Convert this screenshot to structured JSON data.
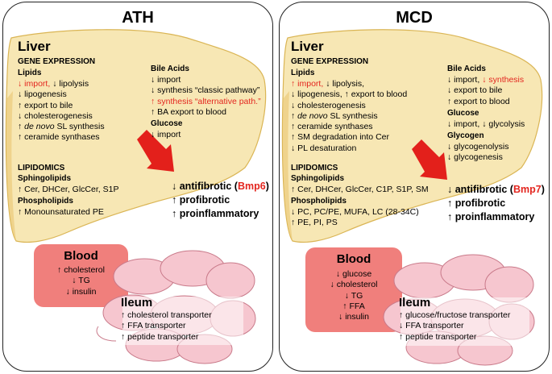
{
  "panels": {
    "ath": {
      "title": "ATH",
      "liver_heading": "Liver",
      "gene_expression_heading": "GENE EXPRESSION",
      "lipids_heading": "Lipids",
      "lipids": [
        {
          "a1": "↓",
          "t1": "import,",
          "red1": true,
          "a2": "↓",
          "t2": "lipolysis"
        },
        {
          "a1": "↓",
          "t1": "lipogenesis"
        },
        {
          "a1": "↑",
          "t1": "export to bile"
        },
        {
          "a1": "↓",
          "t1": "cholesterogenesis"
        },
        {
          "a1": "↑",
          "it": "de novo",
          "t1": "SL synthesis"
        },
        {
          "a1": "↑",
          "t1": "ceramide synthases"
        }
      ],
      "bile_heading": "Bile  Acids",
      "bile": [
        {
          "a1": "↓",
          "t1": "import"
        },
        {
          "a1": "↓",
          "t1": "synthesis “classic pathway”"
        },
        {
          "a1": "↑",
          "t1": "synthesis “alternative path.”",
          "red": true
        },
        {
          "a1": "↑",
          "t1": "BA export to blood"
        }
      ],
      "glucose_heading": "Glucose",
      "glucose": [
        {
          "a1": "↓",
          "t1": "import"
        }
      ],
      "lipidomics_heading": "LIPIDOMICS",
      "sphingo_heading": "Sphingolipids",
      "sphingo": [
        {
          "a1": "↑",
          "t1": "Cer, DHCer, GlcCer, S1P"
        }
      ],
      "phospho_heading": "Phospholipids",
      "phospho": [
        {
          "a1": "↑",
          "t1": "Monounsaturated PE"
        }
      ],
      "outcomes": {
        "l1_arrow": "↓",
        "l1_text": "antifibrotic (",
        "l1_gene": "Bmp6",
        "l1_close": ")",
        "l2_arrow": "↑",
        "l2_text": "profibrotic",
        "l3_arrow": "↑",
        "l3_text": "proinflammatory"
      },
      "blood_heading": "Blood",
      "blood": [
        {
          "a1": "↑",
          "t1": "cholesterol"
        },
        {
          "a1": "↓",
          "t1": "TG"
        },
        {
          "a1": "↓",
          "t1": "insulin"
        }
      ],
      "ileum_heading": "Ileum",
      "ileum": [
        {
          "a1": "↑",
          "t1": "cholesterol  transporter"
        },
        {
          "a1": "↑",
          "t1": "FFA transporter"
        },
        {
          "a1": "↑",
          "t1": "peptide transporter"
        }
      ]
    },
    "mcd": {
      "title": "MCD",
      "liver_heading": "Liver",
      "gene_expression_heading": "GENE EXPRESSION",
      "lipids_heading": "Lipids",
      "lipids": [
        {
          "a1": "↑",
          "t1": "import,",
          "red1": true,
          "a2": "↓",
          "t2": "lipolysis,"
        },
        {
          "a1": "↓",
          "t1": "lipogenesis,",
          "a2": "↑",
          "t2": "export to blood"
        },
        {
          "a1": "↓",
          "t1": "cholesterogenesis"
        },
        {
          "a1": "↑",
          "it": "de novo",
          "t1": "SL synthesis"
        },
        {
          "a1": "↑",
          "t1": "ceramide synthases"
        },
        {
          "a1": "↑",
          "t1": "SM degradation into Cer"
        },
        {
          "a1": "↓",
          "t1": "PL desaturation"
        }
      ],
      "bile_heading": "Bile  Acids",
      "bile": [
        {
          "a1": "↓",
          "t1": "import,",
          "a2": "↓",
          "t2": "synthesis",
          "red2": true
        },
        {
          "a1": "↓",
          "t1": "export to bile"
        },
        {
          "a1": "↑",
          "t1": "export to blood"
        }
      ],
      "glucose_heading": "Glucose",
      "glucose": [
        {
          "a1": "↓",
          "t1": "import,",
          "a2": "↓",
          "t2": "glycolysis"
        }
      ],
      "glycogen_heading": "Glycogen",
      "glycogen": [
        {
          "a1": "↓",
          "t1": "glycogenolysis"
        },
        {
          "a1": "↓",
          "t1": "glycogenesis"
        }
      ],
      "lipidomics_heading": "LIPIDOMICS",
      "sphingo_heading": "Sphingolipids",
      "sphingo": [
        {
          "a1": "↑",
          "t1": "Cer, DHCer, GlcCer, C1P, S1P, SM"
        }
      ],
      "phospho_heading": "Phospholipids",
      "phospho": [
        {
          "a1": "↓",
          "t1": "PC, PC/PE, MUFA, LC (28-34C)"
        },
        {
          "a1": "↑",
          "t1": "PE, PI, PS"
        }
      ],
      "outcomes": {
        "l1_arrow": "↓",
        "l1_text": "antifibrotic (",
        "l1_gene": "Bmp7",
        "l1_close": ")",
        "l2_arrow": "↑",
        "l2_text": "profibrotic",
        "l3_arrow": "↑",
        "l3_text": "proinflammatory"
      },
      "blood_heading": "Blood",
      "blood": [
        {
          "a1": "↓",
          "t1": "glucose"
        },
        {
          "a1": "↓",
          "t1": "cholesterol"
        },
        {
          "a1": "↓",
          "t1": "TG"
        },
        {
          "a1": "↑",
          "t1": "FFA"
        },
        {
          "a1": "↓",
          "t1": "insulin"
        }
      ],
      "ileum_heading": "Ileum",
      "ileum": [
        {
          "a1": "↑",
          "t1": "glucose/fructose transporter"
        },
        {
          "a1": "↓",
          "t1": "FFA transporter"
        },
        {
          "a1": "↑",
          "t1": "peptide transporter"
        }
      ]
    }
  },
  "colors": {
    "liver_fill": "#f7e6b0",
    "liver_stroke": "#d9b24c",
    "blood_fill": "#f07f7c",
    "ileum_fill": "#f6c6cf",
    "ileum_stroke": "#c97a8a",
    "arrow_fill": "#e3201b",
    "highlight_red": "#e3261f"
  }
}
